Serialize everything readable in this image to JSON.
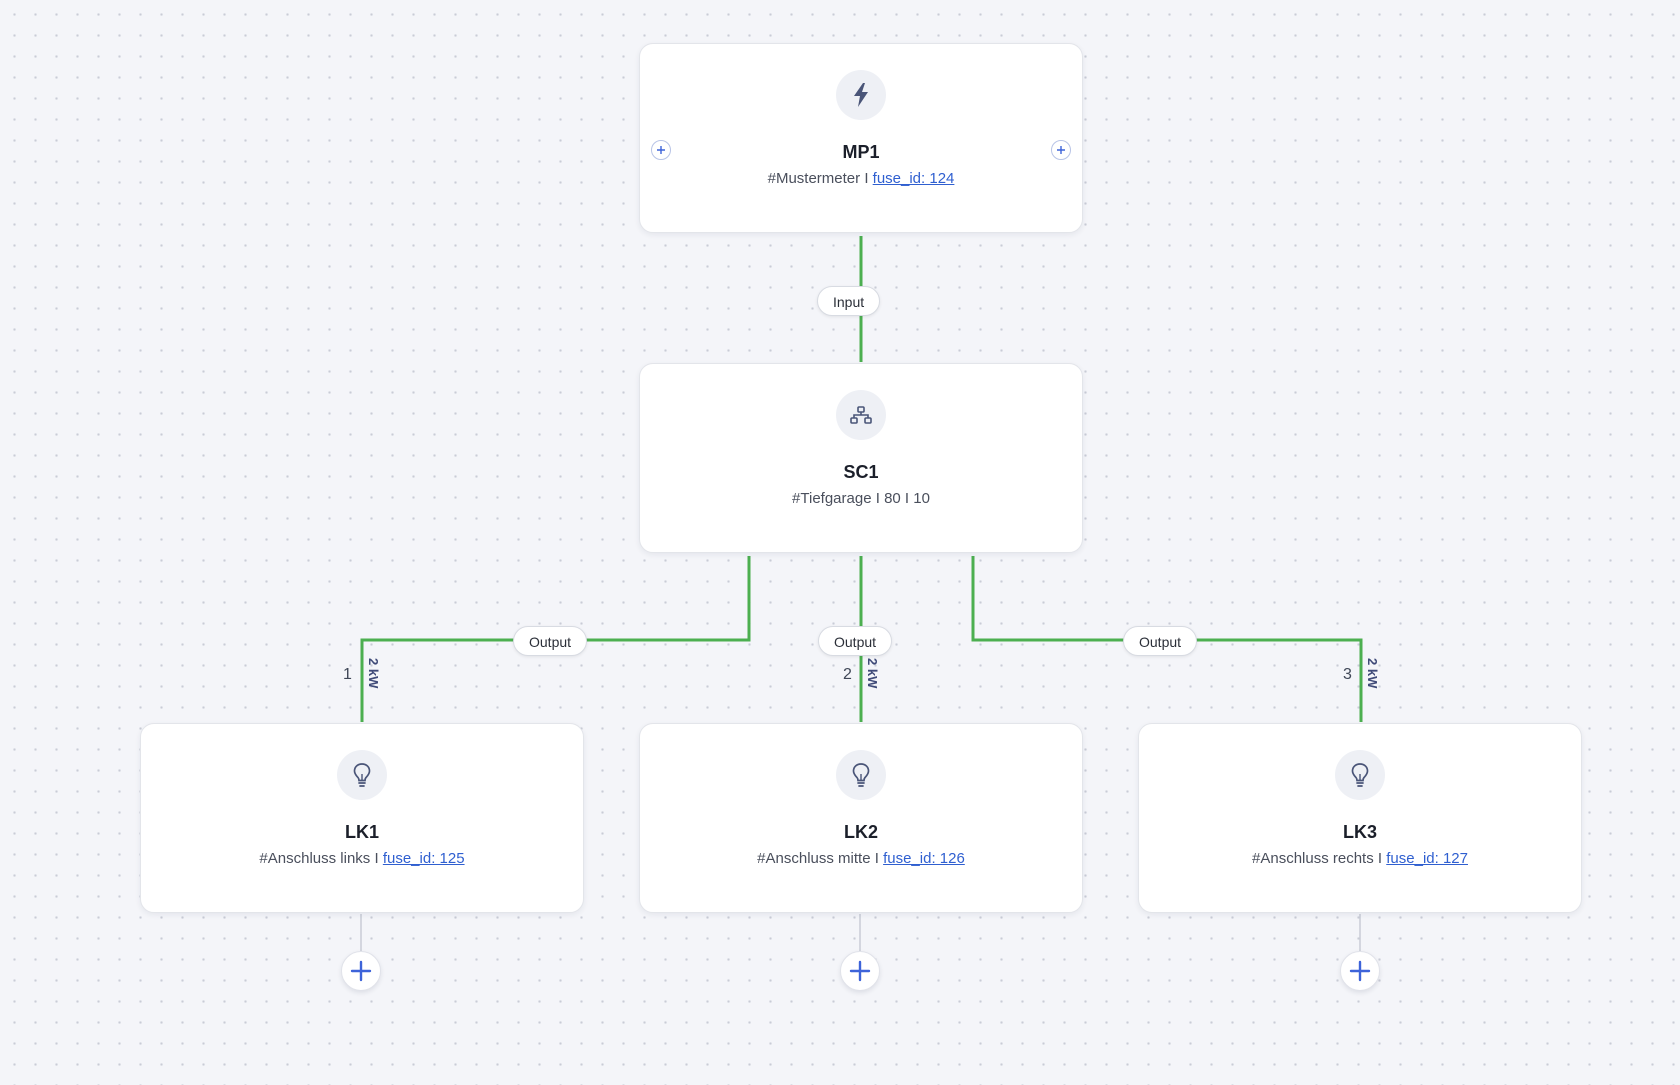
{
  "nodes": {
    "mp1": {
      "title": "MP1",
      "tag": "#Mustermeter",
      "sep": "I",
      "fuse": "fuse_id: 124",
      "icon": "lightning-bolt-icon"
    },
    "sc1": {
      "title": "SC1",
      "tag": "#Tiefgarage",
      "sep": "I",
      "value_a": "80",
      "value_b": "10",
      "icon": "network-hierarchy-icon"
    },
    "lk1": {
      "title": "LK1",
      "tag": "#Anschluss links",
      "sep": "I",
      "fuse": "fuse_id: 125",
      "icon": "lightbulb-icon"
    },
    "lk2": {
      "title": "LK2",
      "tag": "#Anschluss mitte",
      "sep": "I",
      "fuse": "fuse_id: 126",
      "icon": "lightbulb-icon"
    },
    "lk3": {
      "title": "LK3",
      "tag": "#Anschluss rechts",
      "sep": "I",
      "fuse": "fuse_id: 127",
      "icon": "lightbulb-icon"
    }
  },
  "edges": {
    "input": {
      "label": "Input"
    },
    "output_1": {
      "label": "Output",
      "number": "1",
      "power": "2 kW"
    },
    "output_2": {
      "label": "Output",
      "number": "2",
      "power": "2 kW"
    },
    "output_3": {
      "label": "Output",
      "number": "3",
      "power": "2 kW"
    }
  },
  "colors": {
    "edge": "#4caf50",
    "stub": "#c9ccd6",
    "icon": "#4a5578",
    "plus": "#3d63d9"
  }
}
